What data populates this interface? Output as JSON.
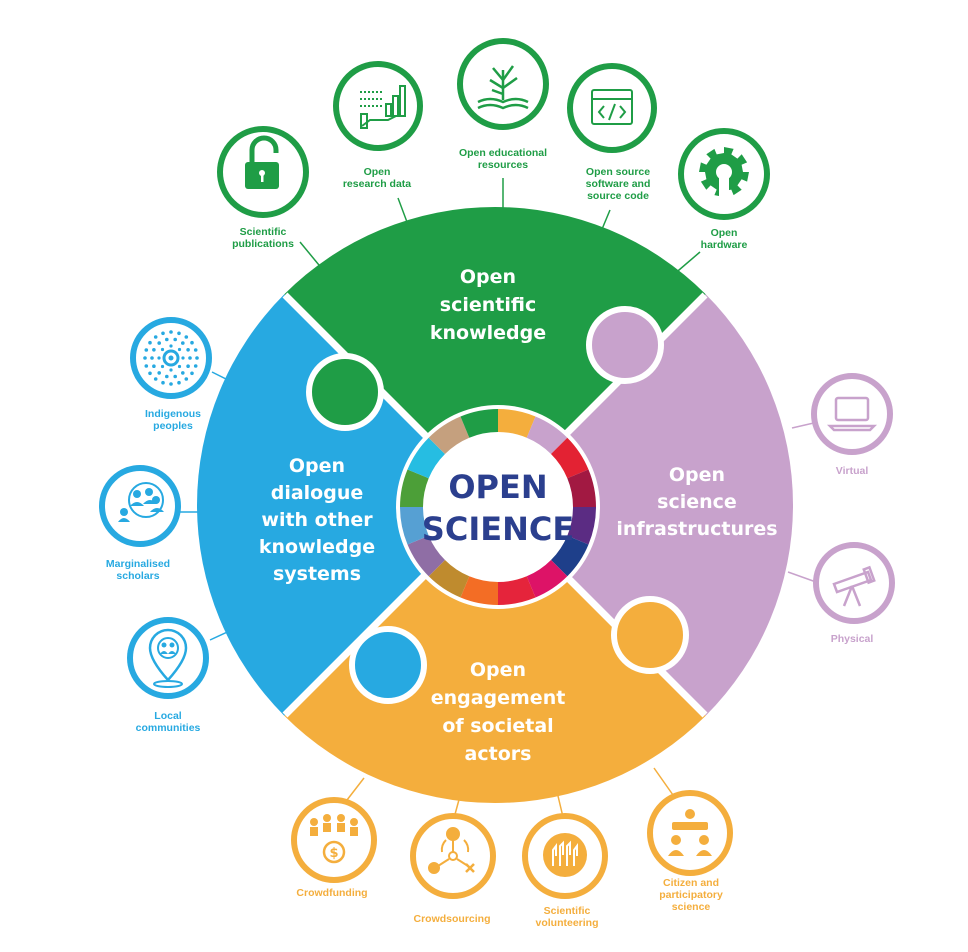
{
  "center": {
    "line1": "OPEN",
    "line2": "SCIENCE"
  },
  "colors": {
    "green": "#1f9d46",
    "blue": "#27a9e1",
    "lilac": "#c8a2cc",
    "orange": "#f4ae3d",
    "navy": "#2b3f8e"
  },
  "segments": {
    "knowledge": {
      "lines": [
        "Open",
        "scientific",
        "knowledge"
      ]
    },
    "dialogue": {
      "lines": [
        "Open",
        "dialogue",
        "with other",
        "knowledge",
        "systems"
      ]
    },
    "infrastructures": {
      "lines": [
        "Open",
        "science",
        "infrastructures"
      ]
    },
    "engagement": {
      "lines": [
        "Open",
        "engagement",
        "of societal",
        "actors"
      ]
    }
  },
  "satellites": {
    "publications": {
      "lines": [
        "Scientific",
        "publications"
      ],
      "icon": "padlock-open-icon"
    },
    "research_data": {
      "lines": [
        "Open",
        "research data"
      ],
      "icon": "data-chart-hand-icon"
    },
    "educational": {
      "lines": [
        "Open educational",
        "resources"
      ],
      "icon": "open-book-icon"
    },
    "source_code": {
      "lines": [
        "Open source",
        "software and",
        "source code"
      ],
      "icon": "code-window-icon"
    },
    "hardware": {
      "lines": [
        "Open",
        "hardware"
      ],
      "icon": "gear-icon"
    },
    "indigenous": {
      "lines": [
        "Indigenous",
        "peoples"
      ],
      "icon": "dot-pattern-icon"
    },
    "marginalised": {
      "lines": [
        "Marginalised",
        "scholars"
      ],
      "icon": "people-group-icon"
    },
    "local": {
      "lines": [
        "Local",
        "communities"
      ],
      "icon": "location-pin-icon"
    },
    "virtual": {
      "lines": [
        "Virtual"
      ],
      "icon": "laptop-icon"
    },
    "physical": {
      "lines": [
        "Physical"
      ],
      "icon": "telescope-icon"
    },
    "crowdfunding": {
      "lines": [
        "Crowdfunding"
      ],
      "icon": "crowdfunding-icon"
    },
    "crowdsourcing": {
      "lines": [
        "Crowdsourcing"
      ],
      "icon": "crowdsourcing-icon"
    },
    "volunteering": {
      "lines": [
        "Scientific",
        "volunteering"
      ],
      "icon": "raised-hands-icon"
    },
    "citizen": {
      "lines": [
        "Citizen and",
        "participatory",
        "science"
      ],
      "icon": "people-meeting-icon"
    }
  }
}
